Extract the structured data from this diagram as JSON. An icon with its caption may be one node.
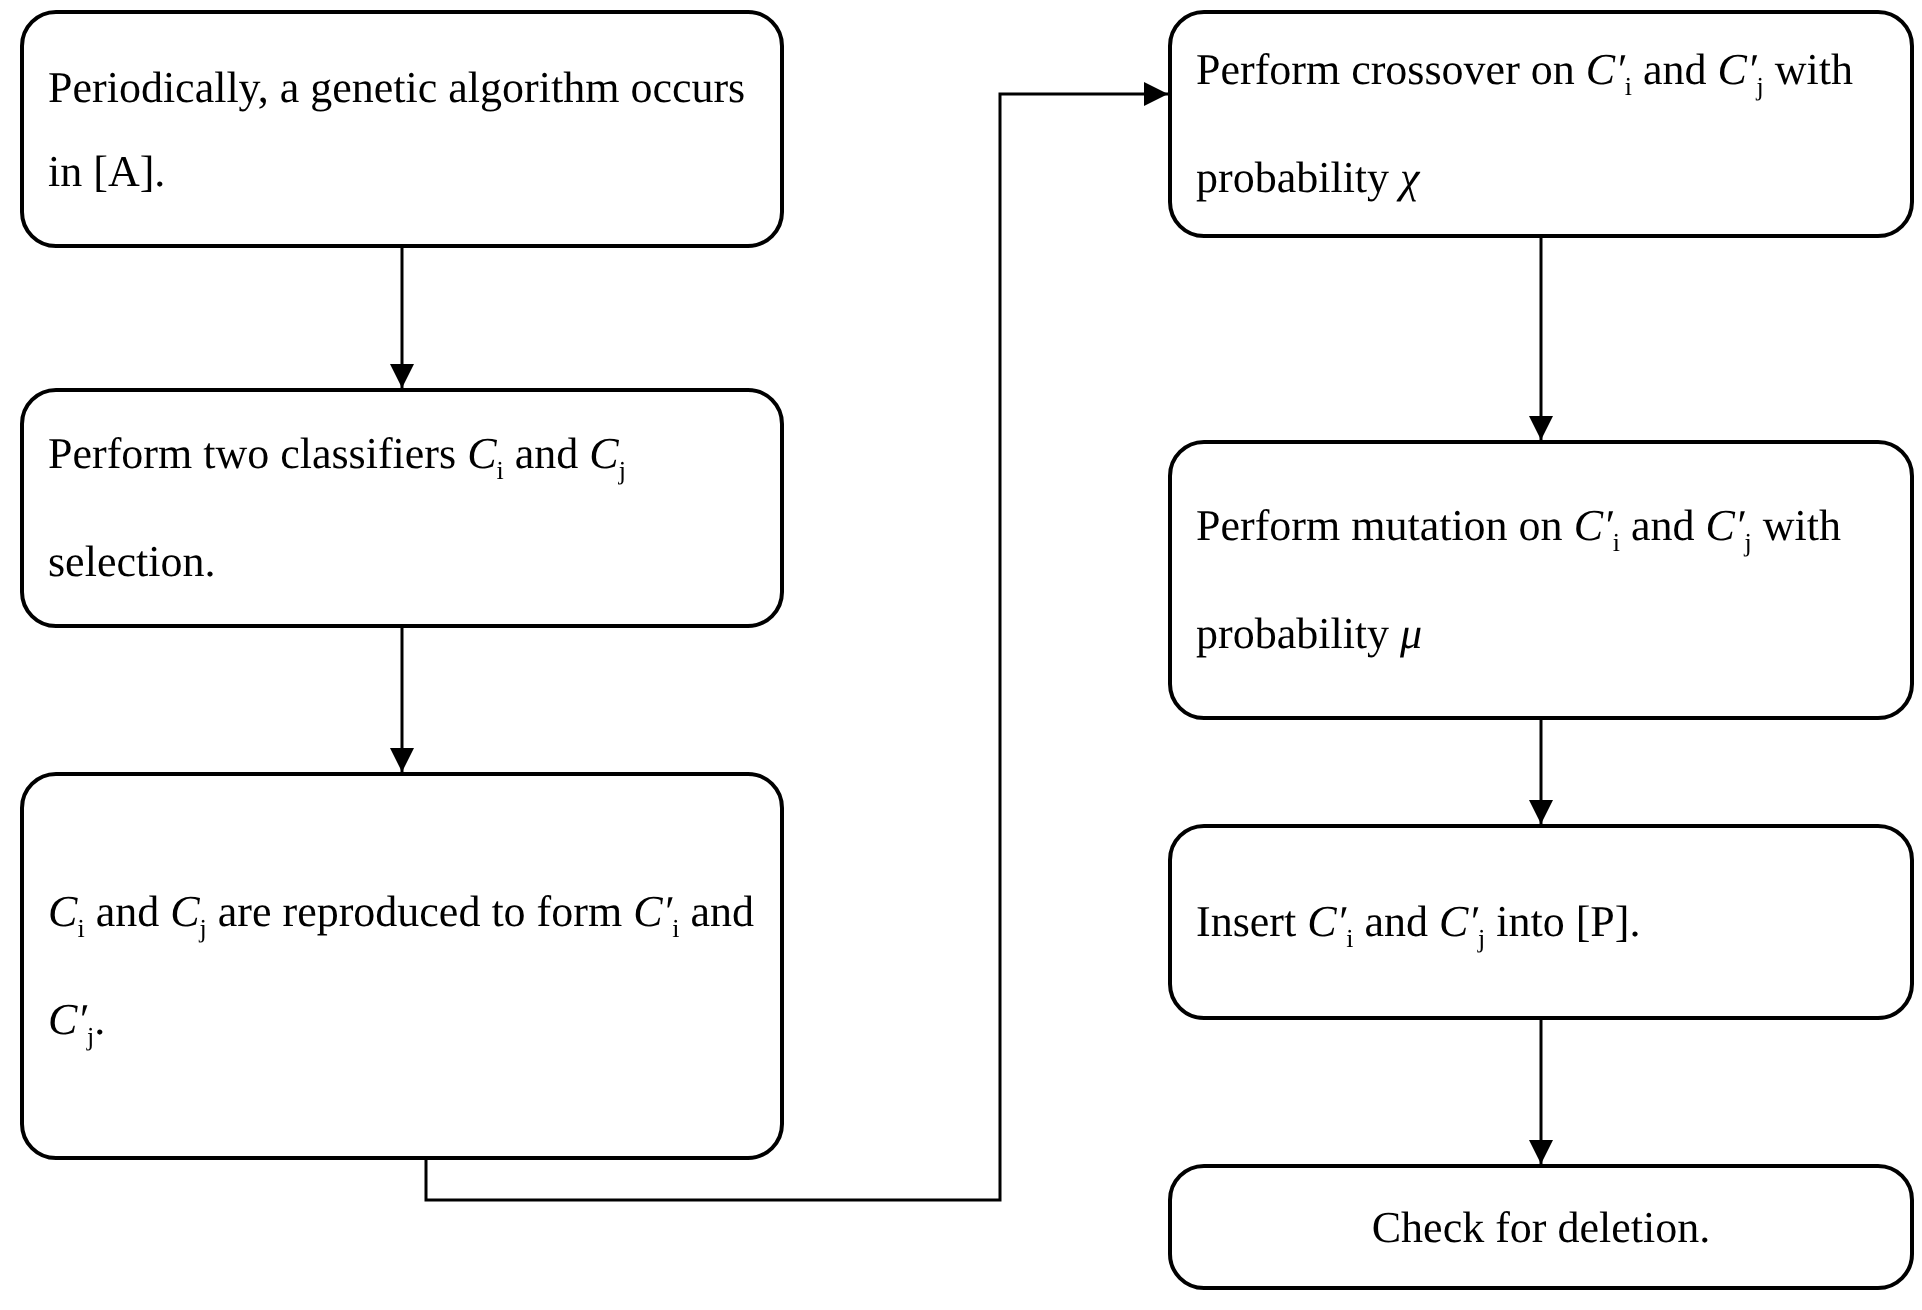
{
  "diagram": {
    "nodes": [
      {
        "text": [
          "Periodically, a genetic algorithm occurs in [A]."
        ]
      },
      {
        "text": [
          "Perform two classifiers *C*$_{i}$ and *C*$_{j}$ selection."
        ]
      },
      {
        "text": [
          "*C*$_{i}$ and *C*$_{j}$ are reproduced to form *C′*$_{i}$ and *C′*$_{j}$."
        ]
      },
      {
        "text": [
          "Perform crossover on *C′*$_{i}$ and *C′*$_{j}$ with probability *χ*"
        ]
      },
      {
        "text": [
          "Perform mutation on *C′*$_{i}$ and *C′*$_{j}$ with probability *μ*"
        ]
      },
      {
        "text": [
          "Insert *C′*$_{i}$ and *C′*$_{j}$ into [P]."
        ]
      },
      {
        "text": [
          "Check for deletion."
        ]
      }
    ],
    "edges": [
      {
        "from": 0,
        "to": 1,
        "arrow": "to"
      },
      {
        "from": 1,
        "to": 2,
        "arrow": "to"
      },
      {
        "from": 2,
        "to": 3,
        "arrow": "to"
      },
      {
        "from": 3,
        "to": 4,
        "arrow": "to"
      },
      {
        "from": 4,
        "to": 5,
        "arrow": "to"
      },
      {
        "from": 5,
        "to": 6,
        "arrow": "to"
      }
    ]
  }
}
